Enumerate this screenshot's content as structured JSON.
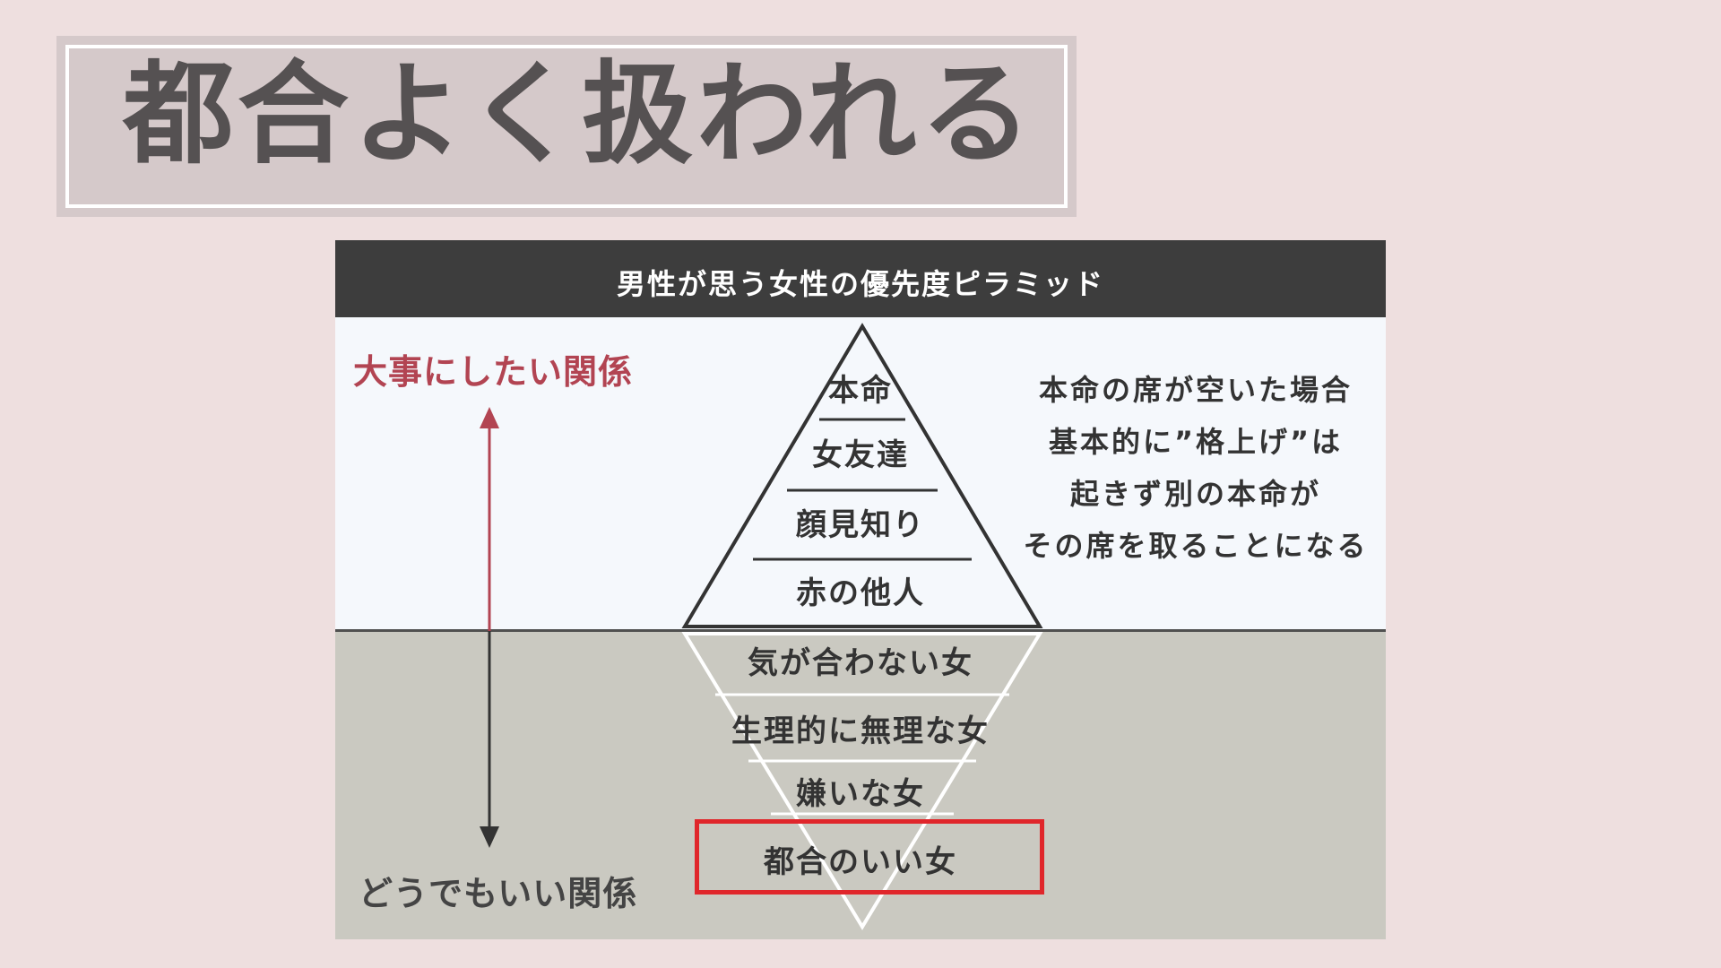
{
  "title": "都合よく扱われる",
  "panel": {
    "header": "男性が思う女性の優先度ピラミッド",
    "label_top": "大事にしたい関係",
    "label_bottom": "どうでもいい関係",
    "upper_tiers": [
      "本命",
      "女友達",
      "顔見知り",
      "赤の他人"
    ],
    "lower_tiers": [
      "気が合わない女",
      "生理的に無理な女",
      "嫌いな女",
      "都合のいい女"
    ],
    "highlighted_tier": "都合のいい女",
    "note_lines": [
      "本命の席が空いた場合",
      "基本的に”格上げ”は",
      "起きず別の本命が",
      "その席を取ることになる"
    ]
  },
  "colors": {
    "background": "#eedfdf",
    "title_box": "#d5c9ca",
    "title_text": "#555152",
    "header_bg": "#3d3d3d",
    "upper_bg": "#f5f8fc",
    "lower_bg": "#cac9c1",
    "accent_red": "#b24452",
    "highlight_red": "#e0262b"
  }
}
